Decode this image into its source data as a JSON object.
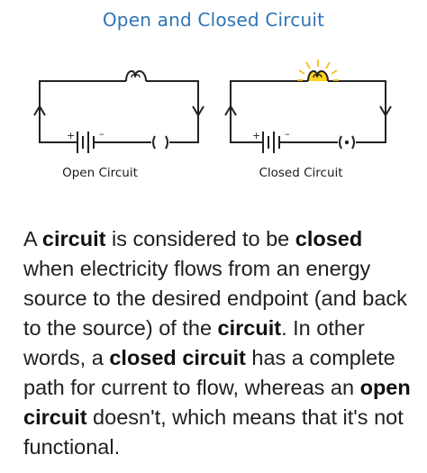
{
  "figure": {
    "title": "Open and Closed Circuit",
    "open_caption": "Open Circuit",
    "closed_caption": "Closed Circuit",
    "battery_plus": "+",
    "battery_minus": "–",
    "bulb_lit_color": "#ffd31a",
    "wire_color": "#222222",
    "title_color": "#2f74b5"
  },
  "explanation": {
    "segments": [
      {
        "text": "A ",
        "bold": false
      },
      {
        "text": "circuit",
        "bold": true
      },
      {
        "text": " is considered to be ",
        "bold": false
      },
      {
        "text": "closed",
        "bold": true
      },
      {
        "text": " when electricity flows from an energy source to the desired endpoint (and back to the source) of the ",
        "bold": false
      },
      {
        "text": "circuit",
        "bold": true
      },
      {
        "text": ". In other words, a ",
        "bold": false
      },
      {
        "text": "closed circuit",
        "bold": true
      },
      {
        "text": " has a complete path for current to flow, whereas an ",
        "bold": false
      },
      {
        "text": "open circuit",
        "bold": true
      },
      {
        "text": " doesn't, which means that it's not functional.",
        "bold": false
      }
    ]
  }
}
